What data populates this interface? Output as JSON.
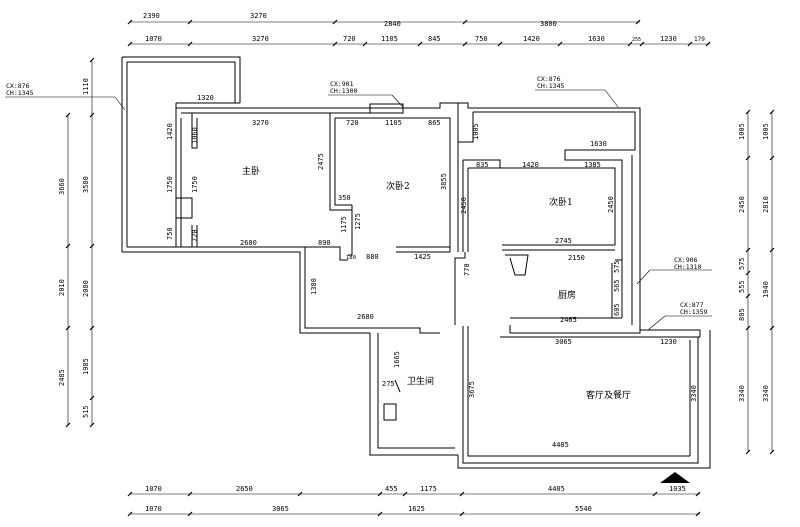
{
  "rooms": {
    "master": "主卧",
    "second": "次卧2",
    "first": "次卧1",
    "kitchen": "厨房",
    "bath": "卫生间",
    "living": "客厅及餐厅"
  },
  "windows": {
    "w1": [
      "CX:876",
      "CH:1345"
    ],
    "w2": [
      "CX:901",
      "CH:1300"
    ],
    "w3": [
      "CX:876",
      "CH:1345"
    ],
    "w4": [
      "CX:906",
      "CH:1310"
    ],
    "w5": [
      "CX:877",
      "CH:1359"
    ]
  },
  "dims_top": {
    "r1": [
      "2390",
      "3270"
    ],
    "r2": [
      "2840",
      "3800"
    ],
    "r3": [
      "1070",
      "3270",
      "720",
      "1105",
      "845",
      "750",
      "1420",
      "1630",
      "255",
      "1230",
      "179"
    ]
  },
  "dims_bottom": {
    "r1": [
      "1070",
      "2650",
      "455",
      "1175",
      "4405",
      "1035"
    ],
    "r2": [
      "1070",
      "3065",
      "1625",
      "5540"
    ]
  },
  "dims_left": {
    "outer": [
      "3660",
      "2010",
      "2485"
    ],
    "inner": [
      "1110",
      "3580",
      "2080",
      "1985",
      "515"
    ]
  },
  "dims_right": {
    "inner": [
      "1005",
      "2450",
      "575",
      "555",
      "805",
      "3340"
    ],
    "outer": [
      "1005",
      "2810",
      "1940",
      "3340"
    ]
  },
  "interior": {
    "d1320": "1320",
    "d1420": "1420",
    "d1060": "1060",
    "d1750a": "1750",
    "d1750b": "1750",
    "d750": "750",
    "d720x": "720",
    "d3270": "3270",
    "d720": "720",
    "d1105": "1105",
    "d865": "865",
    "d2475": "2475",
    "d350": "350",
    "d1275": "1275",
    "d1175": "1175",
    "d3855": "3855",
    "d2680a": "2680",
    "d890": "890",
    "d180": "180",
    "d880": "880",
    "d1425": "1425",
    "d770": "770",
    "d1005": "1005",
    "d1630": "1630",
    "d835": "835",
    "d1420b": "1420",
    "d1385": "1385",
    "d2450a": "2450",
    "d2450b": "2450",
    "d2745": "2745",
    "d2150": "2150",
    "d575": "575",
    "d565": "565",
    "d605": "605",
    "d1380": "1380",
    "d2680b": "2680",
    "d2465": "2465",
    "d3065": "3065",
    "d1230": "1230",
    "d1665": "1665",
    "d275": "275",
    "d3675": "3675",
    "d4405": "4405",
    "d3340": "3340"
  }
}
